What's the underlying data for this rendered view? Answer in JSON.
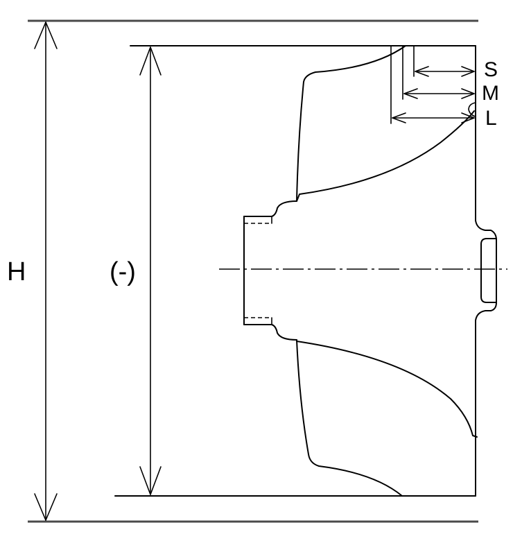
{
  "diagram": {
    "labels": {
      "overall_height": "H",
      "inner_height": "(-)",
      "small": "S",
      "medium": "M",
      "large": "L"
    },
    "colors": {
      "line": "#000000",
      "boundary_line": "#4a4a4a",
      "background": "#ffffff"
    }
  }
}
